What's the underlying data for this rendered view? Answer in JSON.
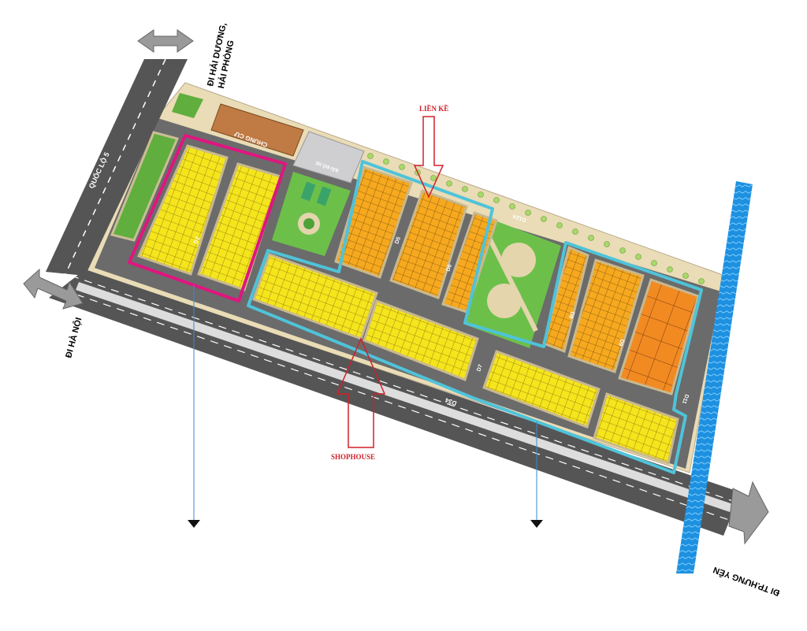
{
  "map": {
    "annotations": {
      "lien_ke": "LIỀN KỀ",
      "shophouse": "SHOPHOUSE"
    },
    "directions": {
      "hai_duong": "ĐI HẢI DƯƠNG,",
      "hai_phong": "HẢI PHÒNG",
      "ha_noi": "ĐI HÀ NỘI",
      "hung_yen": "ĐI TP.HƯNG YÊN"
    },
    "roads": {
      "ql5": "QUỐC LỘ 5",
      "d34": "D34",
      "d2": "D2",
      "d5": "D5",
      "d6": "D6",
      "d7": "D7",
      "d8": "D8",
      "d9": "D9",
      "d11": "D11",
      "d12a": "D12A"
    },
    "buildings": {
      "chung_cu": "CHUNG CƯ",
      "bai_do_xe": "BÃI ĐỖ XE"
    },
    "colors": {
      "shophouse": "#f4e51c",
      "lienke": "#f6a91e",
      "villa": "#f28a22",
      "park": "#6cc04a",
      "road": "#5a5a5a",
      "land": "#e9dcb6",
      "canal": "#1e90e0",
      "pink_outline": "#e0157f",
      "cyan_outline": "#4fc3d9"
    }
  }
}
